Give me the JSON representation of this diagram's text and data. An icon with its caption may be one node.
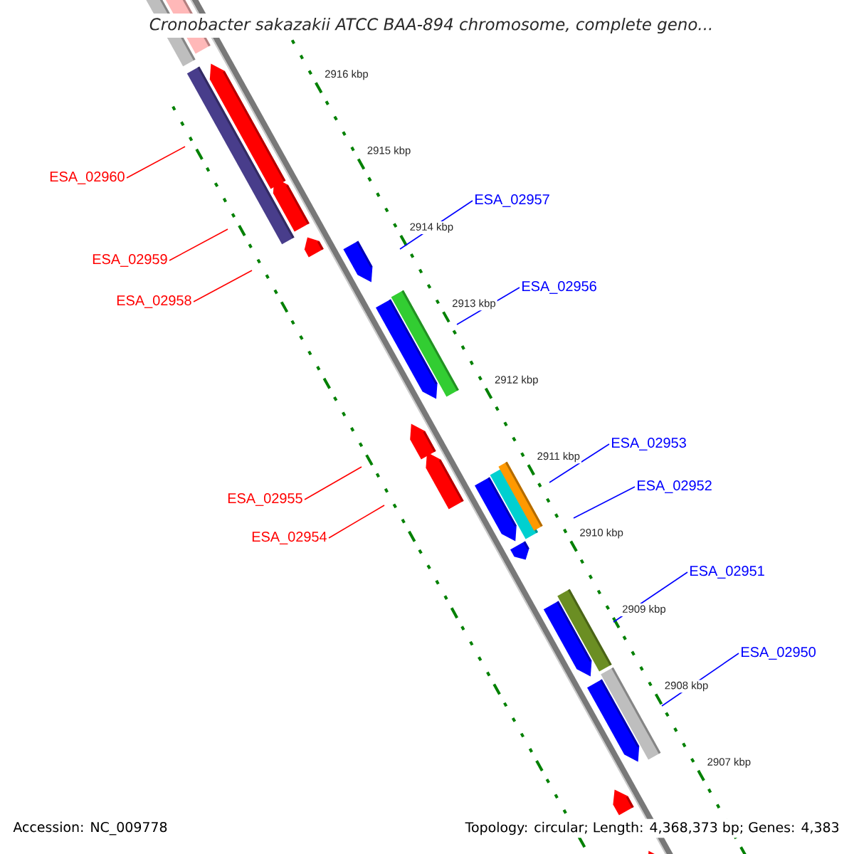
{
  "diagram": {
    "title": "*Cronobacter sakazakii* ATCC BAA-894 chromosome, complete geno...",
    "nodes": [
      {
        "text": [
          "ESA_02960"
        ]
      },
      {
        "text": [
          "ESA_02957"
        ]
      },
      {
        "text": [
          "ESA_02959"
        ]
      },
      {
        "text": [
          "ESA_02956"
        ]
      },
      {
        "text": [
          "ESA_02958"
        ]
      },
      {
        "text": [
          "ESA_02953"
        ]
      },
      {
        "text": [
          "ESA_02952"
        ]
      },
      {
        "text": [
          "ESA_02955"
        ]
      },
      {
        "text": [
          "ESA_02954"
        ]
      },
      {
        "text": [
          "ESA_02951"
        ]
      },
      {
        "text": [
          "ESA_02950"
        ]
      }
    ],
    "edges": [
      {
        "from": 0,
        "to": null,
        "arrow": "none",
        "color": "#ff0000"
      },
      {
        "from": 1,
        "to": null,
        "arrow": "none"
      },
      {
        "from": 2,
        "to": null,
        "arrow": "none",
        "color": "#ff0000"
      },
      {
        "from": 3,
        "to": null,
        "arrow": "none"
      },
      {
        "from": 4,
        "to": null,
        "arrow": "none",
        "color": "#ff0000"
      },
      {
        "from": 5,
        "to": null,
        "arrow": "none"
      },
      {
        "from": 6,
        "to": null,
        "arrow": "none"
      },
      {
        "from": 7,
        "to": null,
        "arrow": "none",
        "color": "#ff0000"
      },
      {
        "from": 8,
        "to": null,
        "arrow": "none",
        "color": "#ff0000"
      },
      {
        "from": 9,
        "to": null,
        "arrow": "none"
      },
      {
        "from": 10,
        "to": null,
        "arrow": "none"
      }
    ],
    "labels": [
      "2916 kbp",
      "2915 kbp",
      "2914 kbp",
      "2913 kbp",
      "2912 kbp",
      "2911 kbp",
      "2910 kbp",
      "2909 kbp",
      "2908 kbp",
      "2907 kbp",
      "Accession: NC_009778",
      "Topology: circular; Length: 4,368,373 bp; Genes: 4,383"
    ]
  }
}
